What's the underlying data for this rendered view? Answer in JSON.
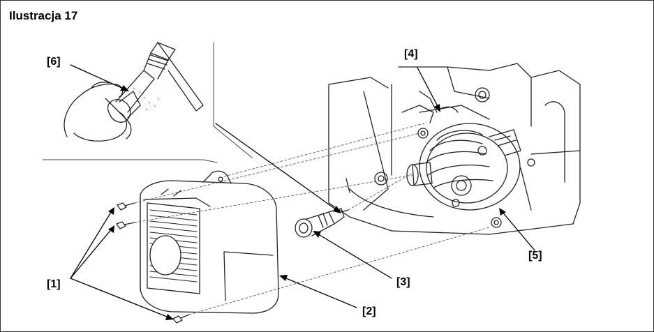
{
  "figure": {
    "title": "Ilustracja 17",
    "callouts": {
      "c1": "[1]",
      "c2": "[2]",
      "c3": "[3]",
      "c4": "[4]",
      "c5": "[5]",
      "c6": "[6]"
    }
  }
}
